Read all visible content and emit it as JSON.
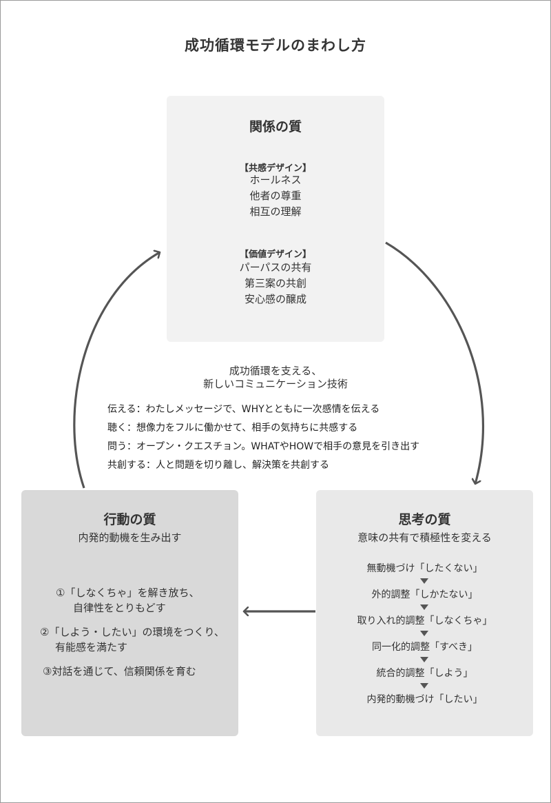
{
  "title": "成功循環モデルのまわし方",
  "relationship": {
    "title": "関係の質",
    "group1": {
      "head": "【共感デザイン】",
      "items": [
        "ホールネス",
        "他者の尊重",
        "相互の理解"
      ]
    },
    "group2": {
      "head": "【価値デザイン】",
      "items": [
        "パーパスの共有",
        "第三案の共創",
        "安心感の醸成"
      ]
    }
  },
  "center": {
    "title_line1": "成功循環を支える、",
    "title_line2": "新しいコミュニケーション技術",
    "techniques": [
      "伝える：わたしメッセージで、WHYとともに一次感情を伝える",
      "聴く：想像力をフルに働かせて、相手の気持ちに共感する",
      "問う：オープン・クエスチョン。WHATやHOWで相手の意見を引き出す",
      "共創する：人と問題を切り離し、解決策を共創する"
    ]
  },
  "action": {
    "title": "行動の質",
    "subtitle": "内発的動機を生み出す",
    "items": [
      {
        "line1": "①「しなくちゃ」を解き放ち、",
        "line2": "自律性をとりもどす"
      },
      {
        "line1": "②「しよう・したい」の環境をつくり、",
        "line2": "有能感を満たす"
      },
      {
        "line1": "③対話を通じて、信頼関係を育む",
        "line2": ""
      }
    ]
  },
  "thinking": {
    "title": "思考の質",
    "subtitle": "意味の共有で積極性を変える",
    "stages": [
      "無動機づけ「したくない」",
      "外的調整「しかたない」",
      "取り入れ的調整「しなくちゃ」",
      "同一化的調整「すべき」",
      "統合的調整「しよう」",
      "内発的動機づけ「したい」"
    ]
  },
  "colors": {
    "relationship_box": "#f2f2f2",
    "action_box": "#d9d9d9",
    "thinking_box": "#e9e9e9",
    "arrow": "#555555"
  }
}
